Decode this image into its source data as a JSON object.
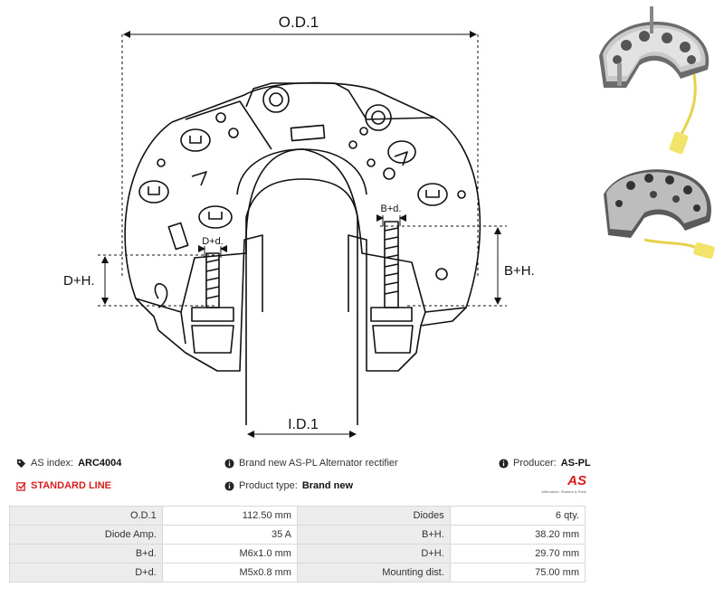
{
  "drawing": {
    "od1_label": "O.D.1",
    "id1_label": "I.D.1",
    "dh_label": "D+H.",
    "bh_label": "B+H.",
    "dd_label": "D+d.",
    "bd_label": "B+d."
  },
  "info": {
    "as_index_label": "AS index:",
    "as_index_value": "ARC4004",
    "standard_line": "STANDARD LINE",
    "description": "Brand new AS-PL Alternator rectifier",
    "product_type_label": "Product type:",
    "product_type_value": "Brand new",
    "producer_label": "Producer:",
    "producer_value": "AS-PL",
    "logo_text": "AS",
    "logo_tagline": "Alternators, Starters & Parts"
  },
  "specs": [
    {
      "l1": "O.D.1",
      "v1": "112.50 mm",
      "l2": "Diodes",
      "v2": "6 qty."
    },
    {
      "l1": "Diode Amp.",
      "v1": "35 A",
      "l2": "B+H.",
      "v2": "38.20 mm"
    },
    {
      "l1": "B+d.",
      "v1": "M6x1.0 mm",
      "l2": "D+H.",
      "v2": "29.70 mm"
    },
    {
      "l1": "D+d.",
      "v1": "M5x0.8 mm",
      "l2": "Mounting dist.",
      "v2": "75.00 mm"
    }
  ],
  "colors": {
    "accent_red": "#d81e1e",
    "table_label_bg": "#ececec",
    "line": "#111111"
  }
}
